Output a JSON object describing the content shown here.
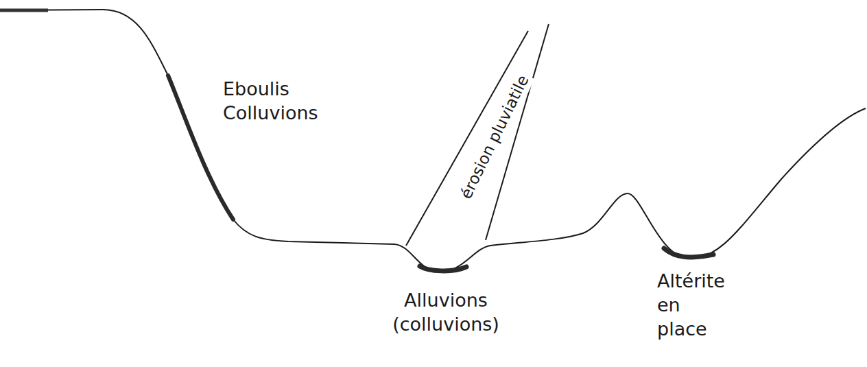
{
  "diagram": {
    "labels": [
      "Eboulis Colluvions",
      "érosion pluviatile",
      "Alluvions (colluvions)",
      "Altérite en place"
    ]
  }
}
